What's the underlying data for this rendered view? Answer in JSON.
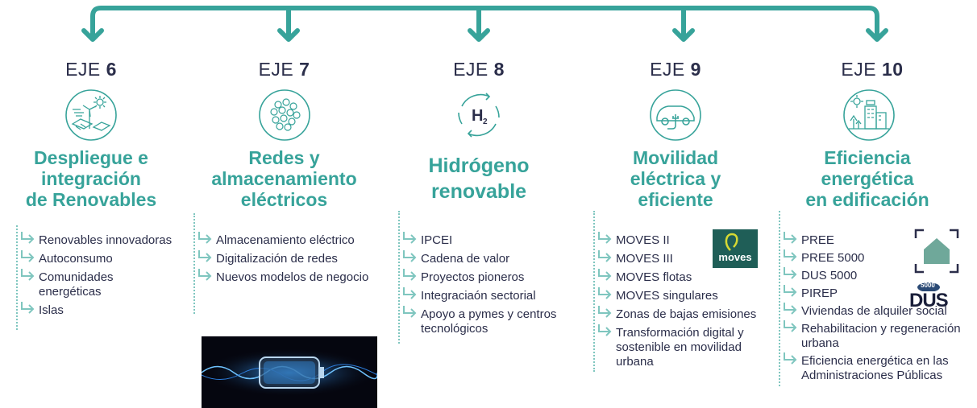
{
  "colors": {
    "teal": "#37a39a",
    "dark": "#2b2e4a",
    "light_teal": "#7fc6bf"
  },
  "columns": [
    {
      "eje_prefix": "EJE",
      "eje_number": "6",
      "title_lines": [
        "Despliegue e",
        "integración",
        "de Renovables"
      ],
      "icon": "renewables-icon",
      "items": [
        "Renovables innovadoras",
        "Autoconsumo",
        "Comunidades energéticas",
        "Islas"
      ]
    },
    {
      "eje_prefix": "EJE",
      "eje_number": "7",
      "title_lines": [
        "Redes y",
        "almacenamiento",
        "eléctricos"
      ],
      "icon": "network-icon",
      "items": [
        "Almacenamiento eléctrico",
        "Digitalización de redes",
        "Nuevos modelos de negocio"
      ]
    },
    {
      "eje_prefix": "EJE",
      "eje_number": "8",
      "title_lines": [
        "Hidrógeno",
        "renovable"
      ],
      "icon": "hydrogen-icon",
      "icon_text": "H",
      "icon_sub": "2",
      "items": [
        "IPCEI",
        "Cadena de valor",
        "Proyectos pioneros",
        "Integraciaón sectorial",
        "Apoyo a pymes y centros tecnológicos"
      ]
    },
    {
      "eje_prefix": "EJE",
      "eje_number": "9",
      "title_lines": [
        "Movilidad",
        "eléctrica y",
        "eficiente"
      ],
      "icon": "electric-car-icon",
      "items": [
        "MOVES II",
        "MOVES III",
        "MOVES flotas",
        "MOVES singulares",
        "Zonas de bajas emisiones",
        "Transformación digital y sostenible en movilidad urbana"
      ],
      "logo_text": "moves"
    },
    {
      "eje_prefix": "EJE",
      "eje_number": "10",
      "title_lines": [
        "Eficiencia",
        "energética",
        "en edificación"
      ],
      "icon": "building-efficiency-icon",
      "items": [
        "PREE",
        "PREE 5000",
        "DUS 5000",
        "PIREP",
        "Viviendas de alquiler social",
        "Rehabilitacion y regeneración urbana",
        "Eficiencia energética en las Administraciones Públicas"
      ],
      "logo_dus": "DUS",
      "logo_dus_badge": "5000"
    }
  ]
}
